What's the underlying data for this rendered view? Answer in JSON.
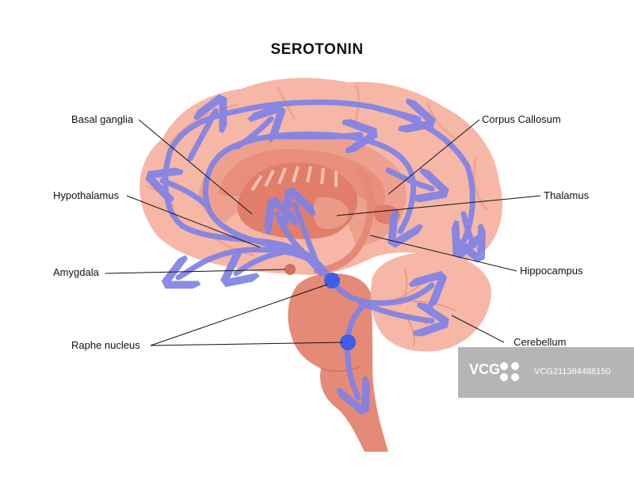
{
  "title": "SEROTONIN",
  "labels": {
    "basal_ganglia": "Basal ganglia",
    "hypothalamus": "Hypothalamus",
    "amygdala": "Amygdala",
    "raphe_nucleus": "Raphe nucleus",
    "corpus_callosum": "Corpus Callosum",
    "thalamus": "Thalamus",
    "hippocampus": "Hippocampus",
    "cerebellum": "Cerebellum"
  },
  "watermark": {
    "logo": "VCG",
    "id": "VCG211384488150"
  },
  "colors": {
    "cortex": "#f6b7a6",
    "cortex_fold": "#f0a392",
    "inner_pink": "#eea08f",
    "deep": "#e07e6a",
    "brainstem": "#e58a76",
    "pathway": "#7f82e6",
    "raphe_dot": "#3f5ee8"
  }
}
